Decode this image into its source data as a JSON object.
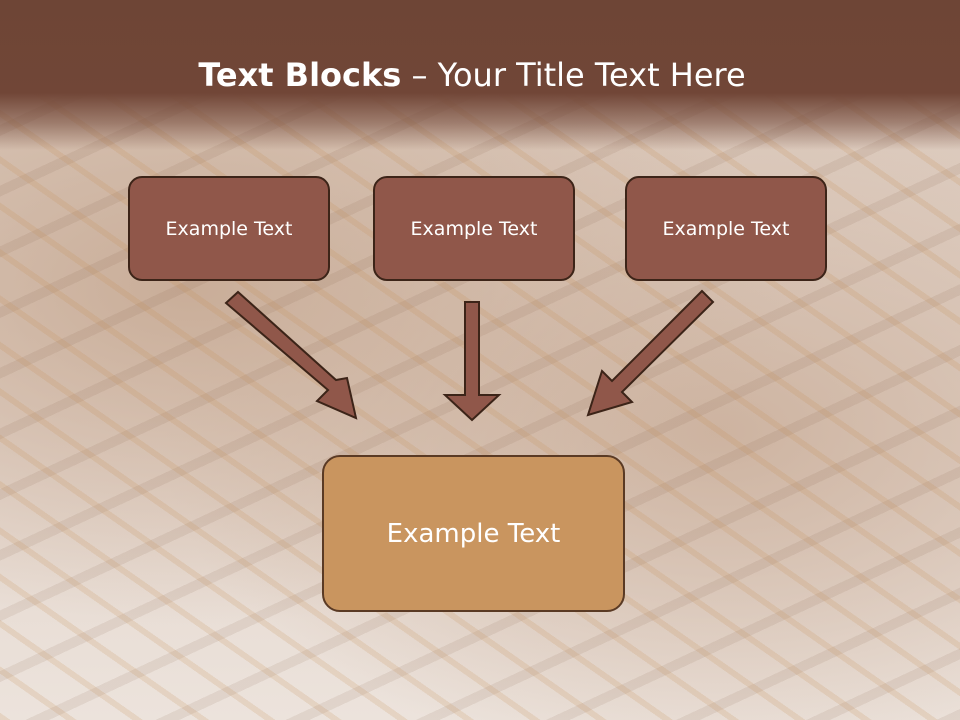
{
  "slide": {
    "title_bold": "Text Blocks",
    "title_separator": " – ",
    "title_rest": "Your Title Text Here",
    "box_left": "Example Text",
    "box_middle": "Example Text",
    "box_right": "Example Text",
    "box_bottom": "Example Text"
  },
  "colors": {
    "header_band": "#714637",
    "small_box_fill": "#90574a",
    "big_box_fill": "#c9955f",
    "arrow_fill": "#90574a",
    "outline": "#3c2418"
  }
}
